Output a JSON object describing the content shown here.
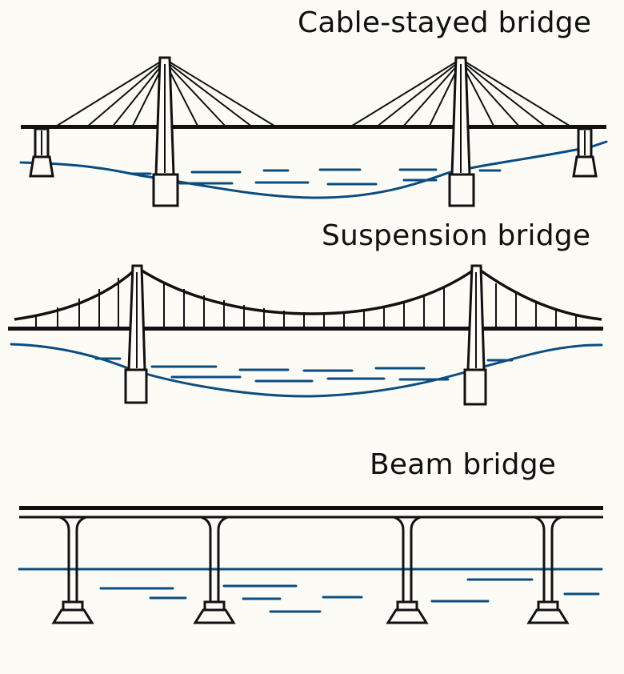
{
  "diagram": {
    "colors": {
      "background": "#fcfbf5",
      "structure": "#111111",
      "water": "#0b4d80"
    },
    "panels": [
      {
        "id": "cable-stayed",
        "title": "Cable-stayed bridge"
      },
      {
        "id": "suspension",
        "title": "Suspension bridge"
      },
      {
        "id": "beam",
        "title": "Beam bridge"
      }
    ]
  }
}
